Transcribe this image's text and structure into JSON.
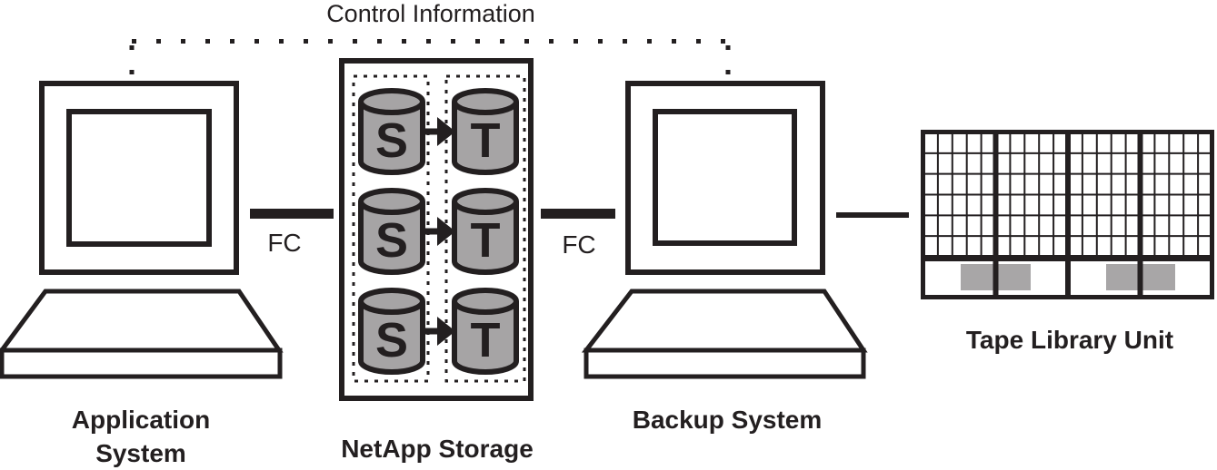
{
  "diagram": {
    "control_flow_label": "Control Information",
    "application_system": {
      "label_line1": "Application",
      "label_line2": "System"
    },
    "netapp_storage": {
      "label": "NetApp Storage",
      "pairs": [
        {
          "source": "S",
          "target": "T"
        },
        {
          "source": "S",
          "target": "T"
        },
        {
          "source": "S",
          "target": "T"
        }
      ]
    },
    "backup_system": {
      "label": "Backup System"
    },
    "tape_library": {
      "label": "Tape Library Unit",
      "panels": 2,
      "grid_rows": 6,
      "grid_columns": 20
    },
    "links": {
      "fc_left_label": "FC",
      "fc_right_label": "FC"
    }
  },
  "colors": {
    "stroke": "#231f20",
    "cylinder_fill": "#a6a4a5",
    "tape_slot_fill": "#a8a6a7",
    "background": "#ffffff"
  }
}
